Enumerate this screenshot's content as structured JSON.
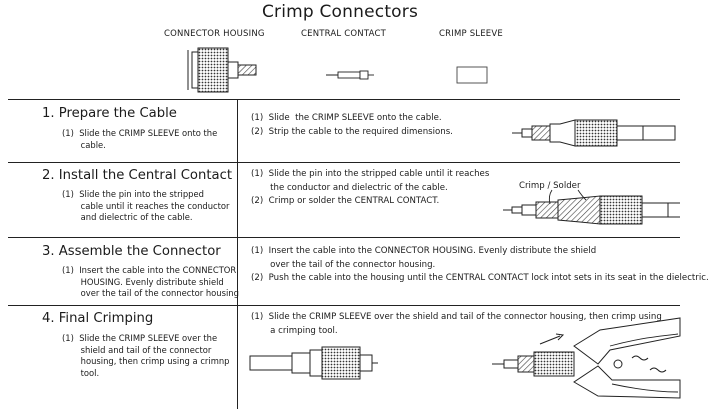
{
  "title": "Crimp Connectors",
  "parts": {
    "housing_label": "CONNECTOR HOUSING",
    "contact_label": "CENTRAL CONTACT",
    "sleeve_label": "CRIMP SLEEVE"
  },
  "steps": [
    {
      "heading": "1.  Prepare the Cable",
      "left": "(1)  Slide the CRIMP SLEEVE onto the\n       cable.",
      "right": "(1)  Slide  the CRIMP SLEEVE onto the cable.\n(2)  Strip the cable to the required dimensions."
    },
    {
      "heading": "2.  Install the Central Contact",
      "left": "(1)  Slide the pin into the stripped\n       cable until it reaches the conductor\n       and dielectric of the cable.",
      "right": "(1)  Slide the pin into the stripped cable until it reaches\n       the conductor and dielectric of the cable.\n(2)  Crimp or solder the CENTRAL CONTACT.",
      "callout": "Crimp / Solder"
    },
    {
      "heading": "3.  Assemble the Connector",
      "left": "(1)  Insert the cable into the CONNECTOR\n       HOUSING. Evenly distribute shield\n       over the tail of the connector housing",
      "right": "(1)  Insert the cable into the CONNECTOR HOUSING. Evenly distribute the shield\n       over the tail of the connector housing.\n(2)  Push the cable into the housing until the CENTRAL CONTACT lock intot sets in its seat in the dielectric."
    },
    {
      "heading": "4.  Final Crimping",
      "left": "(1)  Slide the CRIMP SLEEVE over the\n       shield and tail of the connector\n       housing, then crimp using a crimnp\n       tool.",
      "right": "(1)  Slide the CRIMP SLEEVE over the shield and tail of the connector housing, then crimp using\n       a crimping tool."
    }
  ]
}
